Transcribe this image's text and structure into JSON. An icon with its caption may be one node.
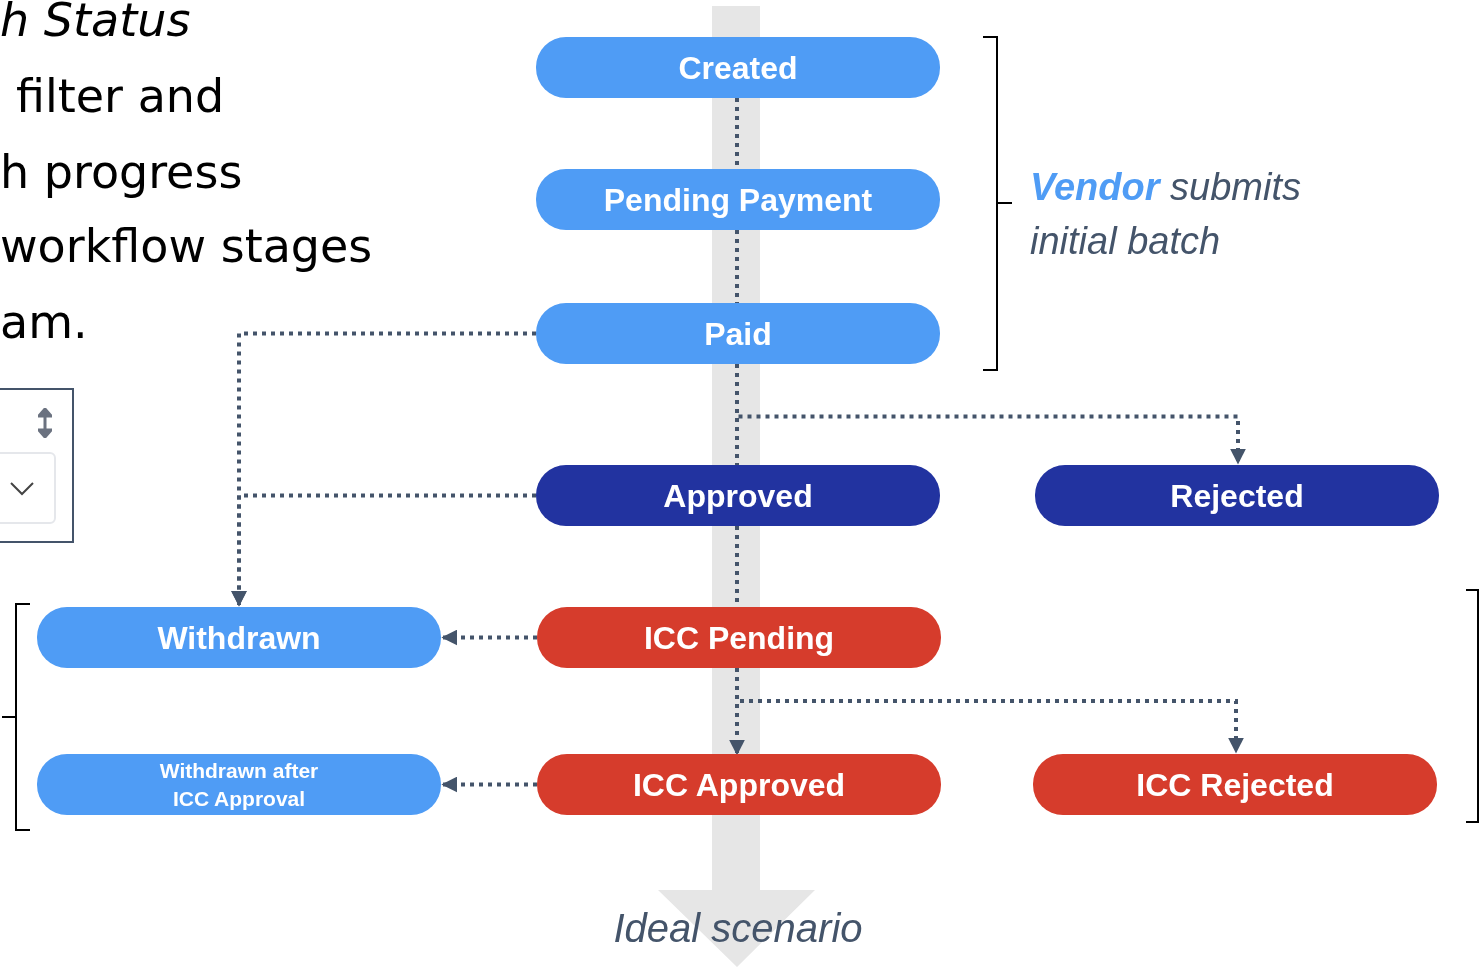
{
  "diagram": {
    "nodes": [
      {
        "text": [
          "Created"
        ]
      },
      {
        "text": [
          "Pending Payment"
        ]
      },
      {
        "text": [
          "Paid"
        ]
      },
      {
        "text": [
          "Approved"
        ]
      },
      {
        "text": [
          "Rejected"
        ]
      },
      {
        "text": [
          "Withdrawn"
        ]
      },
      {
        "text": [
          "ICC Pending"
        ]
      },
      {
        "text": [
          "Withdrawn after ICC Approval"
        ]
      },
      {
        "text": [
          "ICC Approved"
        ]
      },
      {
        "text": [
          "ICC Rejected"
        ]
      }
    ],
    "edges": [
      {
        "from": 0,
        "to": 1,
        "arrow": "none"
      },
      {
        "from": 1,
        "to": 2,
        "arrow": "none"
      },
      {
        "from": 2,
        "to": 3,
        "arrow": "none"
      },
      {
        "from": 2,
        "to": 4,
        "arrow": "to"
      },
      {
        "from": 2,
        "to": 5,
        "arrow": "to"
      },
      {
        "from": 3,
        "to": 5,
        "arrow": "to"
      },
      {
        "from": 3,
        "to": 6,
        "arrow": "none"
      },
      {
        "from": 6,
        "to": 5,
        "arrow": "to"
      },
      {
        "from": 6,
        "to": 8,
        "arrow": "to"
      },
      {
        "from": 6,
        "to": 9,
        "arrow": "to"
      },
      {
        "from": 8,
        "to": 7,
        "arrow": "to"
      }
    ],
    "labels": [
      "h Status",
      "filter and",
      "h progress",
      "workflow stages",
      "am.",
      "**Vendor** submits initial batch",
      "Ideal scenario"
    ]
  }
}
